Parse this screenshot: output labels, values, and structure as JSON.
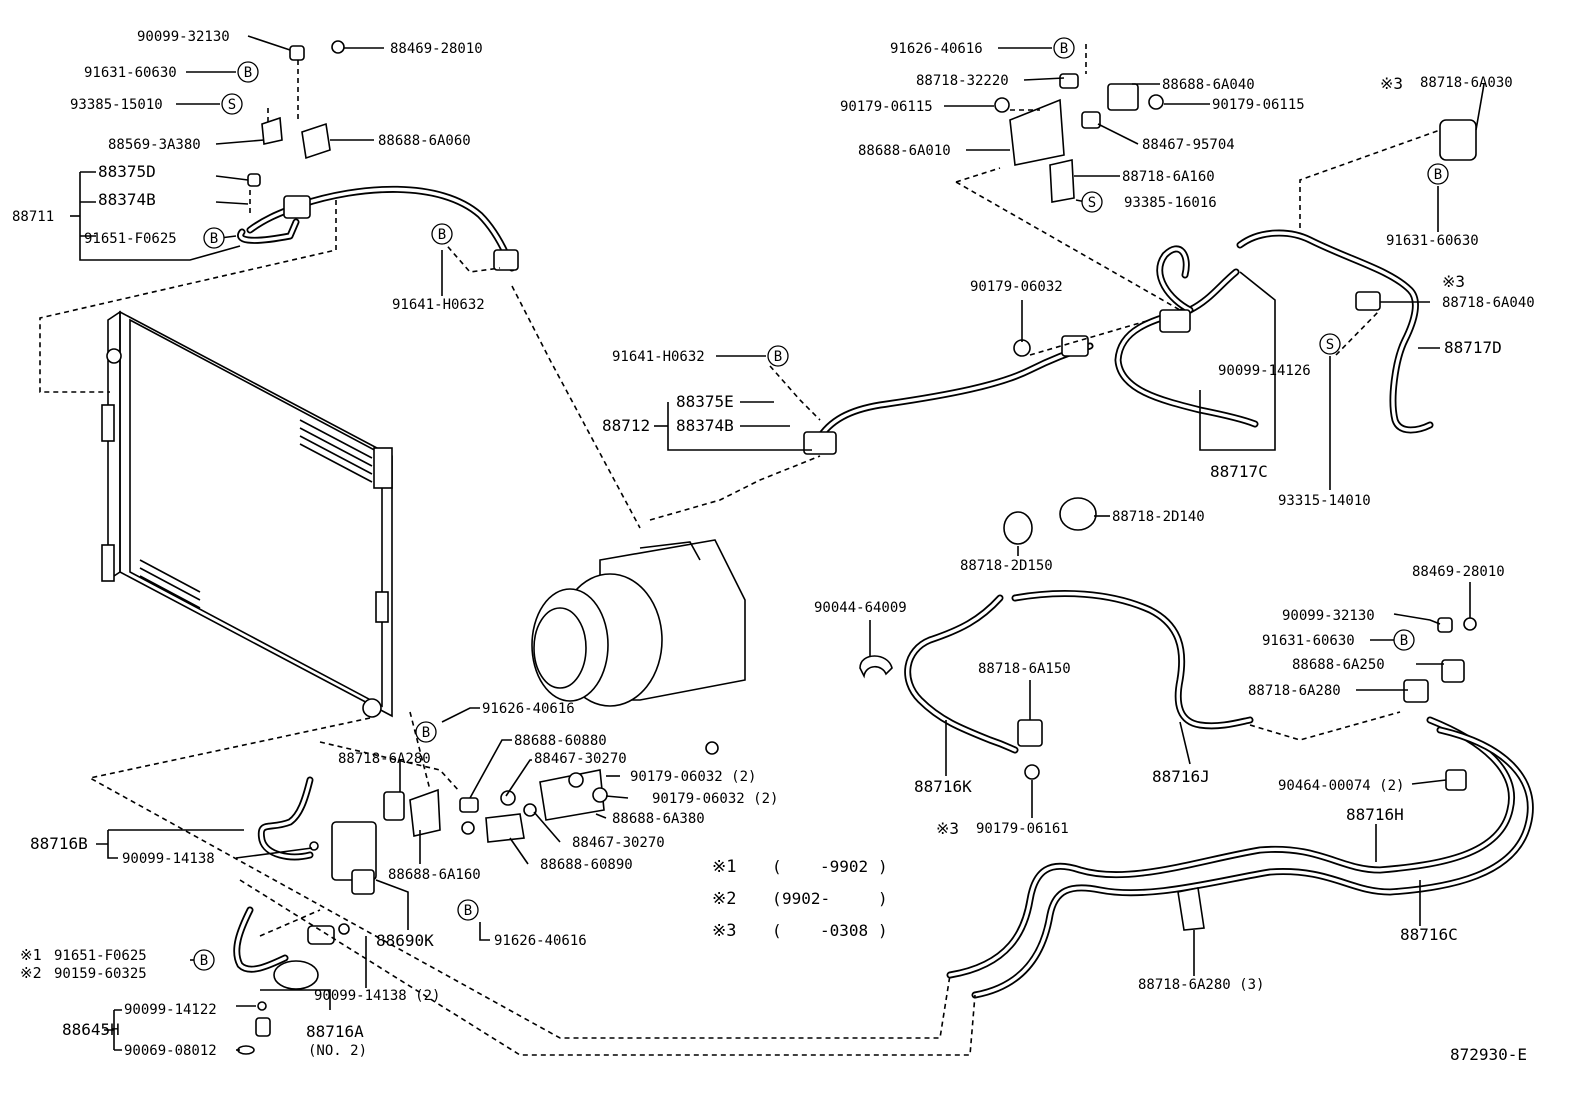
{
  "diagram_id": "872930-E",
  "symbols": {
    "b": "B",
    "s": "S",
    "note": "※"
  },
  "notes": [
    {
      "mark": "※1",
      "open": "(",
      "range": "-9902",
      "close": ")"
    },
    {
      "mark": "※2",
      "open": "(",
      "range": "9902-",
      "close": ")"
    },
    {
      "mark": "※3",
      "open": "(",
      "range": "-0308",
      "close": ")"
    }
  ],
  "labels": {
    "p90099_32130_top": "90099-32130",
    "p88469_28010_top": "88469-28010",
    "p91631_60630_top": "91631-60630",
    "p93385_15010": "93385-15010",
    "p88569_3A380": "88569-3A380",
    "p88688_6A060": "88688-6A060",
    "p88375D": "88375D",
    "p88374B_top": "88374B",
    "p88711": "88711",
    "p91651_F0625": "91651-F0625",
    "p91641_H0632_a": "91641-H0632",
    "p91641_H0632_b": "91641-H0632",
    "p88375E": "88375E",
    "p88374B_mid": "88374B",
    "p88712": "88712",
    "p91626_40616_top": "91626-40616",
    "p88718_32220": "88718-32220",
    "p88688_6A040": "88688-6A040",
    "p90179_06115_l": "90179-06115",
    "p90179_06115_r": "90179-06115",
    "p88467_95704": "88467-95704",
    "p88688_6A010": "88688-6A010",
    "p88718_6A160": "88718-6A160",
    "p93385_16016": "93385-16016",
    "p88718_6A030": "88718-6A030",
    "p91631_60630_right": "91631-60630",
    "p88718_6A040": "88718-6A040",
    "p88717D": "88717D",
    "p90179_06032": "90179-06032",
    "p90099_14126": "90099-14126",
    "p88717C": "88717C",
    "p93315_14010": "93315-14010",
    "p88718_2D140": "88718-2D140",
    "p88718_2D150": "88718-2D150",
    "p90044_64009": "90044-64009",
    "p88718_6A150": "88718-6A150",
    "p88716K": "88716K",
    "p88716J": "88716J",
    "p90179_06161": "90179-06161",
    "p88469_28010_r": "88469-28010",
    "p90099_32130_r": "90099-32130",
    "p91631_60630_r": "91631-60630",
    "p88688_6A250": "88688-6A250",
    "p88718_6A280_r": "88718-6A280",
    "p90464_00074": "90464-00074 (2)",
    "p88716H": "88716H",
    "p88716C": "88716C",
    "p88718_6A280_3": "88718-6A280 (3)",
    "p91626_40616_mid": "91626-40616",
    "p88718_6A280_l": "88718-6A280",
    "p88688_60880": "88688-60880",
    "p88467_30270_a": "88467-30270",
    "p90179_06032_2a": "90179-06032 (2)",
    "p90179_06032_2b": "90179-06032 (2)",
    "p88688_6A380": "88688-6A380",
    "p88467_30270_b": "88467-30270",
    "p88688_60890": "88688-60890",
    "p88716B": "88716B",
    "p90099_14138": "90099-14138",
    "p88688_6A160": "88688-6A160",
    "p88690K": "88690K",
    "p91626_40616_bot": "91626-40616",
    "p91651_F0625_n1": "91651-F0625",
    "p90159_60325_n2": "90159-60325",
    "p90099_14138_2": "90099-14138 (2)",
    "p88716A": "88716A",
    "p88716A_sub": "(NO. 2)",
    "p90099_14122": "90099-14122",
    "p88645H": "88645H",
    "p90069_08012": "90069-08012"
  }
}
